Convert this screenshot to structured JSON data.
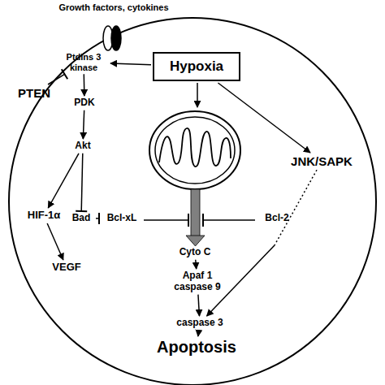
{
  "diagram": {
    "nodes": [
      {
        "text": [
          "PtdIns 3 kinase"
        ]
      },
      {
        "text": [
          "Hypoxia"
        ]
      },
      {
        "text": [
          "PTEN"
        ]
      },
      {
        "text": [
          "PDK"
        ]
      },
      {
        "text": [
          "Akt"
        ]
      },
      {
        "text": [
          "HIF-1α"
        ]
      },
      {
        "text": [
          "Bad"
        ]
      },
      {
        "text": [
          "Bcl-xL"
        ]
      },
      {
        "text": [
          "Bcl-2"
        ]
      },
      {
        "text": [
          "JNK/SAPK"
        ]
      },
      {
        "text": [
          "VEGF"
        ]
      },
      {
        "text": [
          "Cyto C"
        ]
      },
      {
        "text": [
          "Apaf 1 caspase 9"
        ]
      },
      {
        "text": [
          "caspase 3"
        ]
      },
      {
        "text": [
          "Apoptosis"
        ]
      }
    ],
    "edges": [
      {
        "from": 1,
        "to": 0,
        "arrow": "to"
      },
      {
        "from": 2,
        "to": 0,
        "arrow": "to"
      },
      {
        "from": 0,
        "to": 3,
        "arrow": "to"
      },
      {
        "from": 3,
        "to": 4,
        "arrow": "to"
      },
      {
        "from": 4,
        "to": 5,
        "arrow": "to"
      },
      {
        "from": 4,
        "to": 6,
        "arrow": "to"
      },
      {
        "from": 5,
        "to": 10,
        "arrow": "to"
      },
      {
        "from": 6,
        "to": 7,
        "arrow": "to"
      },
      {
        "from": 1,
        "to": 9,
        "arrow": "to"
      },
      {
        "from": 11,
        "to": 12,
        "arrow": "to"
      },
      {
        "from": 12,
        "to": 13,
        "arrow": "to"
      },
      {
        "from": 13,
        "to": 14,
        "arrow": "to"
      },
      {
        "from": 9,
        "to": 13,
        "arrow": "to"
      }
    ],
    "labels": [
      "Growth factors, cytokines"
    ]
  }
}
